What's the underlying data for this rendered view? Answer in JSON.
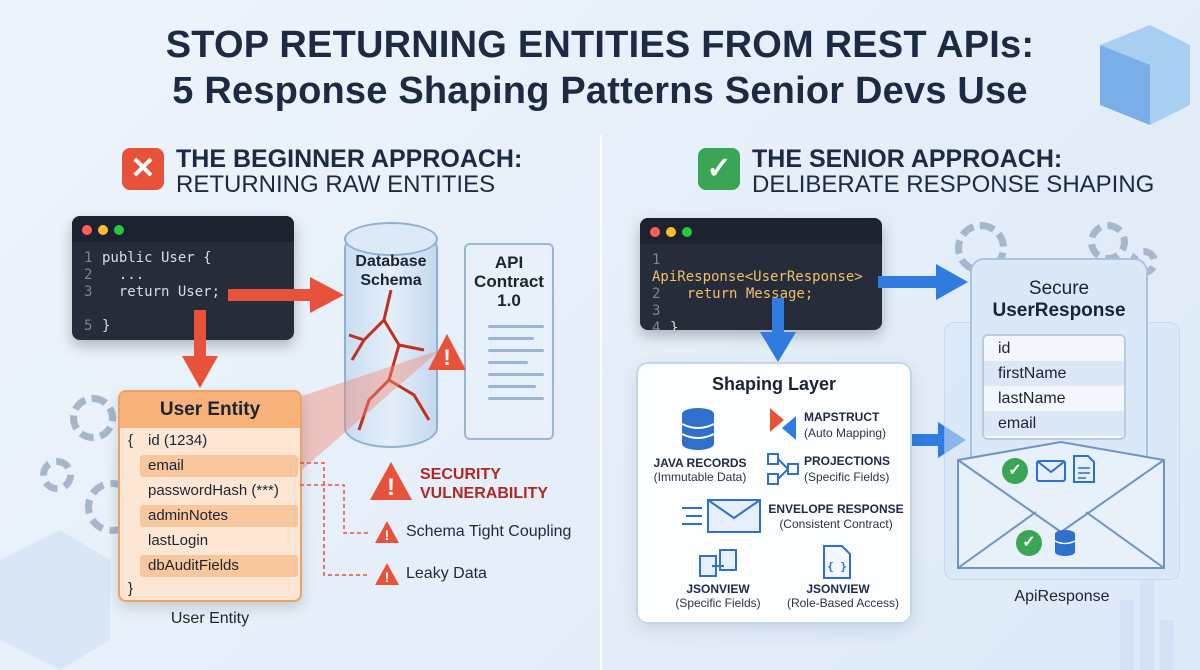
{
  "title": {
    "line1": "STOP RETURNING ENTITIES FROM REST APIs:",
    "line2": "5 Response Shaping Patterns Senior Devs Use"
  },
  "left": {
    "heading": "THE BEGINNER APPROACH:",
    "subheading": "RETURNING RAW ENTITIES",
    "status_icon": "x-mark-icon",
    "code": {
      "lines": [
        {
          "num": "1",
          "text": "public User {"
        },
        {
          "num": "2",
          "text": "  ..."
        },
        {
          "num": "3",
          "text": "  return User;"
        },
        {
          "num": "5",
          "text": "}"
        }
      ]
    },
    "entity": {
      "title": "User Entity",
      "open_brace": "{",
      "close_brace": "}",
      "fields": [
        "id (1234)",
        "email",
        "passwordHash (***)",
        "adminNotes",
        "lastLogin",
        "dbAuditFields"
      ],
      "caption": "User Entity"
    },
    "database": {
      "line1": "Database",
      "line2": "Schema"
    },
    "contract": {
      "line1": "API",
      "line2": "Contract",
      "line3": "1.0"
    },
    "security": {
      "line1": "SECURITY",
      "line2": "VULNERABILITY"
    },
    "issues": [
      "Schema Tight Coupling",
      "Leaky Data"
    ]
  },
  "right": {
    "heading": "THE SENIOR APPROACH:",
    "subheading": "DELIBERATE RESPONSE SHAPING",
    "status_icon": "check-mark-icon",
    "code": {
      "lines": [
        {
          "num": "1",
          "text": "ApiResponse<UserResponse>"
        },
        {
          "num": "2",
          "text": "  return Message;"
        },
        {
          "num": "3",
          "text": ""
        },
        {
          "num": "4",
          "text": "}"
        }
      ]
    },
    "shaping": {
      "title": "Shaping Layer",
      "patterns": [
        {
          "title": "JAVA RECORDS",
          "sub": "(Immutable Data)",
          "icon": "database-icon"
        },
        {
          "title": "MAPSTRUCT",
          "sub": "(Auto Mapping)",
          "icon": "mapstruct-logo-icon"
        },
        {
          "title": "PROJECTIONS",
          "sub": "(Specific Fields)",
          "icon": "projection-nodes-icon"
        },
        {
          "title": "ENVELOPE RESPONSE",
          "sub": "(Consistent Contract)",
          "icon": "envelope-icon"
        },
        {
          "title": "JSONVIEW",
          "sub": "(Specific Fields)",
          "icon": "view-windows-icon"
        },
        {
          "title": "JSONVIEW",
          "sub": "(Role-Based Access)",
          "icon": "json-document-icon"
        }
      ]
    },
    "response": {
      "line1": "Secure",
      "line2": "UserResponse",
      "fields": [
        "id",
        "firstName",
        "lastName",
        "email"
      ],
      "caption": "ApiResponse"
    }
  },
  "colors": {
    "danger": "#e8513a",
    "success": "#3aa655",
    "arrow_red": "#e8513a",
    "arrow_blue": "#2f7be0",
    "title": "#1c2a44"
  }
}
